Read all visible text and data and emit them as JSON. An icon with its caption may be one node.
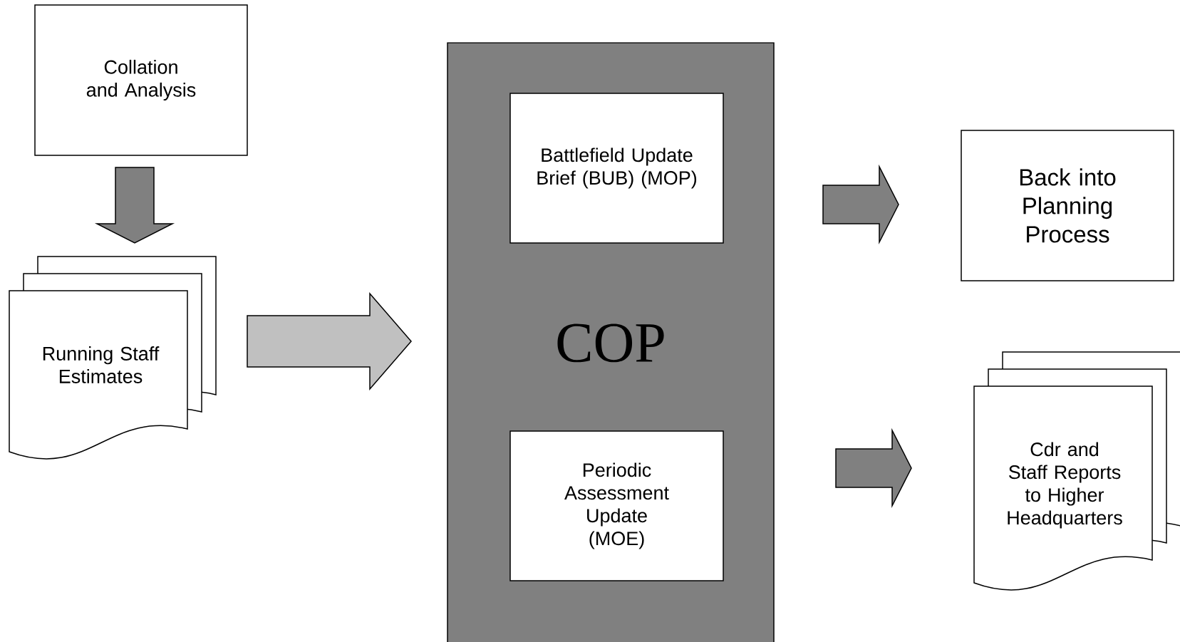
{
  "diagram": {
    "nodes": [
      {
        "text": [
          "Collation and Analysis"
        ]
      },
      {
        "text": [
          "Running Staff Estimates"
        ]
      },
      {
        "text": [
          "COP"
        ]
      },
      {
        "text": [
          "Battlefield Update Brief (BUB) (MOP)"
        ],
        "in": 2
      },
      {
        "text": [
          "Periodic Assessment Update (MOE)"
        ],
        "in": 2
      },
      {
        "text": [
          "Back into Planning Process"
        ]
      },
      {
        "text": [
          "Cdr and Staff Reports to Higher Headquarters"
        ]
      }
    ],
    "edges": [
      {
        "from": 0,
        "to": 1,
        "arrow": "to"
      },
      {
        "from": 1,
        "to": 2,
        "arrow": "to",
        "color": "#c0c0c0"
      },
      {
        "from": 2,
        "to": 5,
        "arrow": "to"
      },
      {
        "from": 2,
        "to": 6,
        "arrow": "to"
      }
    ]
  }
}
